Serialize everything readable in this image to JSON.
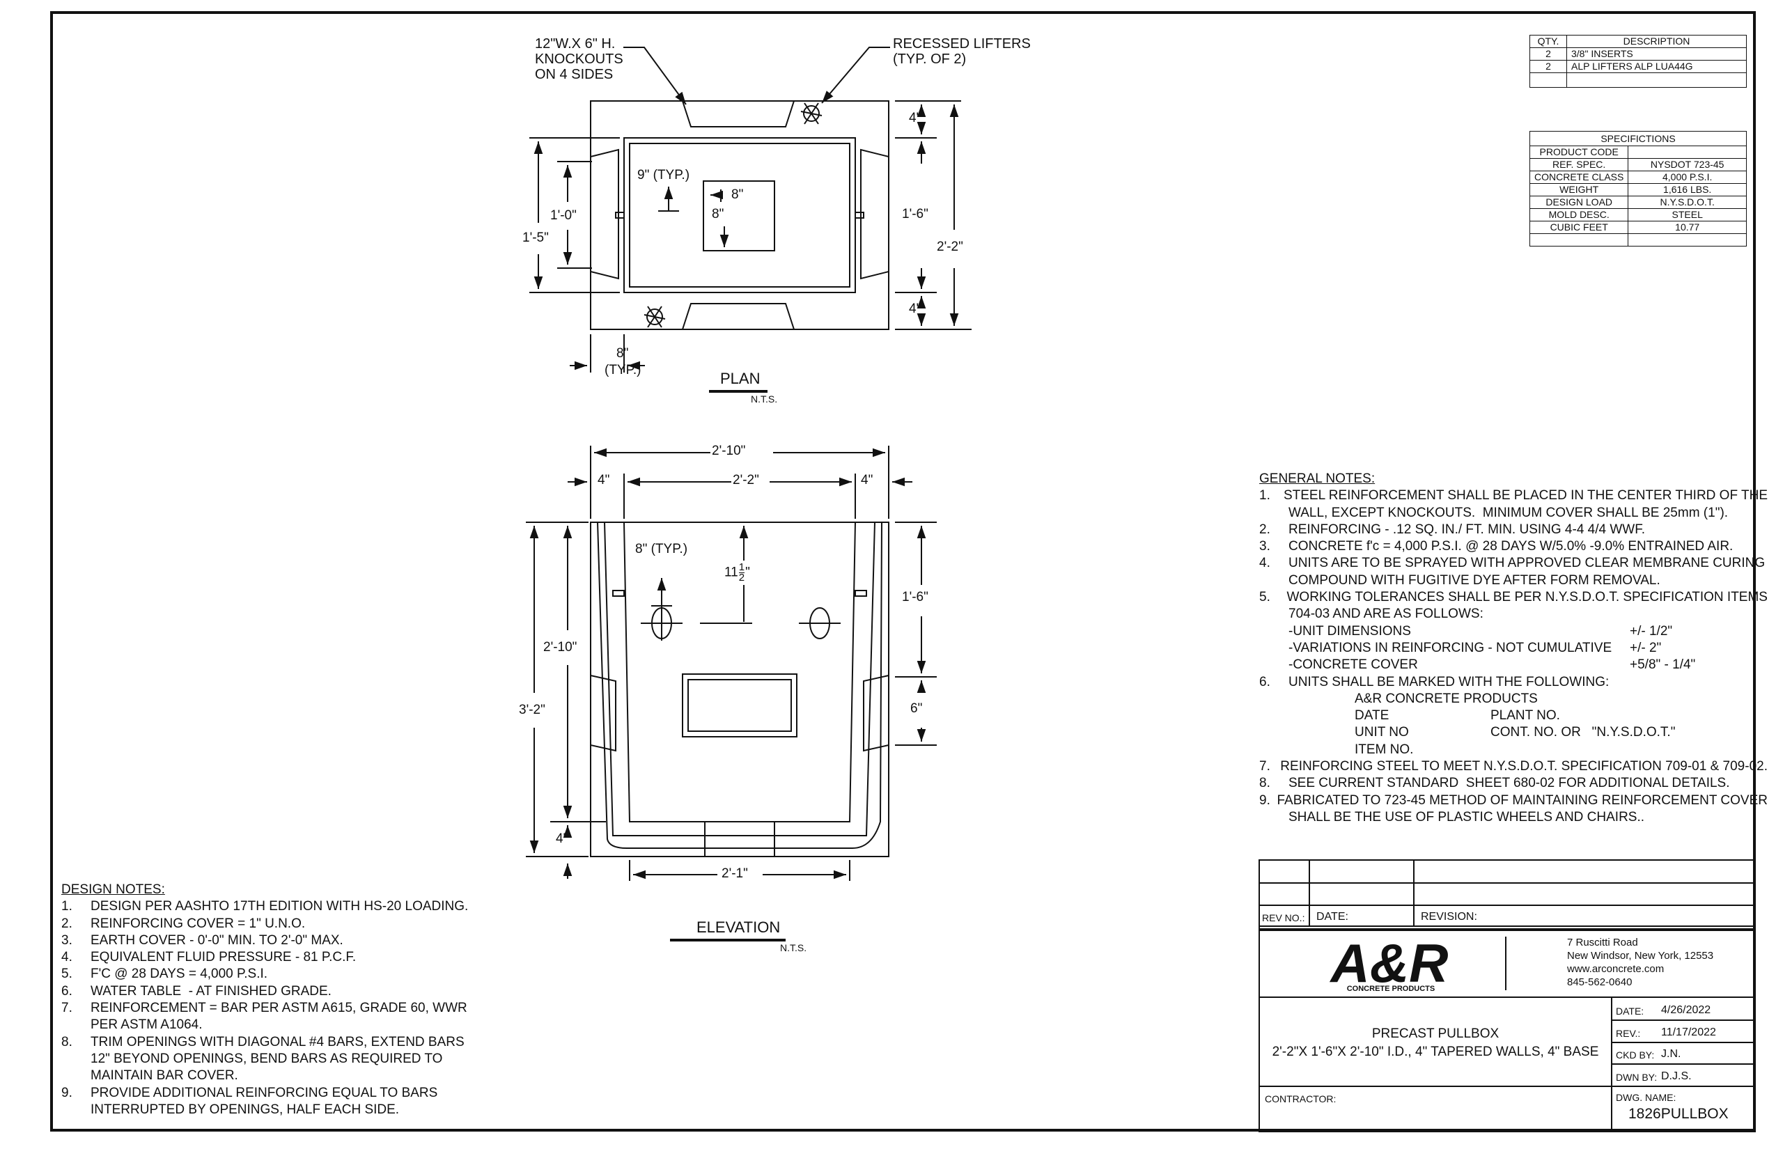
{
  "plan_view": {
    "title": "PLAN",
    "scale": "N.T.S.",
    "callouts": {
      "knockouts": "12\"W.X 6\" H.\nKNOCKOUTS\nON 4 SIDES",
      "lifters": "RECESSED LIFTERS\n(TYP. OF 2)"
    },
    "dims": {
      "top_wall": "4\"",
      "bottom_wall": "4\"",
      "inner_length": "1'-6\"",
      "outer_length": "2'-2\"",
      "inner_width": "1'-0\"",
      "outer_width": "1'-5\"",
      "typ9": "9\" (TYP.)",
      "open_w": "8\"",
      "open_h": "8\"",
      "typ8": "8\"",
      "typ8b": "(TYP.)"
    }
  },
  "elevation_view": {
    "title": "ELEVATION",
    "scale": "N.T.S.",
    "dims": {
      "overall_width": "2'-10\"",
      "left_wall": "4\"",
      "inner_width": "2'-2\"",
      "right_wall": "4\"",
      "typ8": "8\" (TYP.)",
      "depth_11": "11",
      "frac_num": "1",
      "frac_den": "2",
      "inch_mark": "\"",
      "right_upper": "1'-6\"",
      "right_lower": "6\"",
      "inner_height": "2'-10\"",
      "outer_height": "3'-2\"",
      "base": "4\"",
      "bottom_width": "2'-1\""
    }
  },
  "bill_table": {
    "headers": [
      "QTY.",
      "DESCRIPTION"
    ],
    "rows": [
      [
        "2",
        "3/8\" INSERTS"
      ],
      [
        "2",
        "ALP LIFTERS ALP LUA44G"
      ],
      [
        "",
        ""
      ]
    ]
  },
  "spec_table": {
    "title": "SPECIFICTIONS",
    "rows": [
      [
        "PRODUCT CODE",
        ""
      ],
      [
        "REF. SPEC.",
        "NYSDOT 723-45"
      ],
      [
        "CONCRETE CLASS",
        "4,000 P.S.I."
      ],
      [
        "WEIGHT",
        "1,616 LBS."
      ],
      [
        "DESIGN LOAD",
        "N.Y.S.D.O.T."
      ],
      [
        "MOLD DESC.",
        "STEEL"
      ],
      [
        "CUBIC FEET",
        "10.77"
      ],
      [
        "",
        ""
      ]
    ]
  },
  "general_notes": {
    "heading": "GENERAL NOTES:",
    "rows": [
      [
        "1.",
        "STEEL REINFORCEMENT SHALL BE PLACED IN THE CENTER THIRD OF THE"
      ],
      [
        "",
        "WALL, EXCEPT KNOCKOUTS.  MINIMUM COVER SHALL BE 25mm (1\")."
      ],
      [
        "2.",
        "REINFORCING - .12 SQ. IN./ FT. MIN. USING 4-4 4/4 WWF."
      ],
      [
        "3.",
        "CONCRETE f'c = 4,000 P.S.I. @ 28 DAYS W/5.0% -9.0% ENTRAINED AIR."
      ],
      [
        "4.",
        "UNITS ARE TO BE SPRAYED WITH APPROVED CLEAR MEMBRANE CURING"
      ],
      [
        "",
        "COMPOUND WITH FUGITIVE DYE AFTER FORM REMOVAL."
      ],
      [
        "5.",
        "WORKING TOLERANCES SHALL BE PER N.Y.S.D.O.T. SPECIFICATION ITEMS"
      ],
      [
        "",
        "704-03 AND ARE AS FOLLOWS:"
      ]
    ],
    "tolerances": [
      [
        "-UNIT DIMENSIONS",
        "+/- 1/2\""
      ],
      [
        "-VARIATIONS IN REINFORCING - NOT CUMULATIVE",
        "+/- 2\""
      ],
      [
        "-CONCRETE COVER",
        "+5/8\" - 1/4\""
      ]
    ],
    "rows2": [
      [
        "6.",
        "UNITS SHALL BE MARKED WITH THE FOLLOWING:"
      ]
    ],
    "marking": [
      [
        "A&R CONCRETE PRODUCTS",
        ""
      ],
      [
        "DATE",
        "PLANT NO."
      ],
      [
        "UNIT NO",
        "CONT. NO. OR   \"N.Y.S.D.O.T.\""
      ],
      [
        "ITEM NO.",
        ""
      ]
    ],
    "rows3": [
      [
        "7.",
        "REINFORCING STEEL TO MEET N.Y.S.D.O.T. SPECIFICATION 709-01 & 709-02."
      ],
      [
        "8.",
        "SEE CURRENT STANDARD  SHEET 680-02 FOR ADDITIONAL DETAILS."
      ],
      [
        "9.",
        "FABRICATED TO 723-45 METHOD OF MAINTAINING REINFORCEMENT COVER"
      ],
      [
        "",
        "SHALL BE THE USE OF PLASTIC WHEELS AND CHAIRS.."
      ]
    ]
  },
  "design_notes": {
    "heading": "DESIGN NOTES:",
    "rows": [
      [
        "1.",
        "DESIGN PER AASHTO 17TH EDITION WITH HS-20 LOADING."
      ],
      [
        "2.",
        "REINFORCING COVER = 1\" U.N.O."
      ],
      [
        "3.",
        "EARTH COVER - 0'-0\" MIN. TO 2'-0\" MAX."
      ],
      [
        "4.",
        "EQUIVALENT FLUID PRESSURE - 81 P.C.F."
      ],
      [
        "5.",
        "F'C @ 28 DAYS = 4,000 P.S.I."
      ],
      [
        "6.",
        "WATER TABLE  - AT FINISHED GRADE."
      ],
      [
        "7.",
        "REINFORCEMENT = BAR PER ASTM A615, GRADE 60, WWR"
      ],
      [
        "",
        "PER ASTM A1064."
      ],
      [
        "8.",
        "TRIM OPENINGS WITH DIAGONAL #4 BARS, EXTEND BARS"
      ],
      [
        "",
        "12\" BEYOND OPENINGS, BEND BARS AS REQUIRED TO"
      ],
      [
        "",
        "MAINTAIN BAR COVER."
      ],
      [
        "9.",
        "PROVIDE ADDITIONAL REINFORCING EQUAL TO BARS"
      ],
      [
        "",
        "INTERRUPTED BY OPENINGS, HALF EACH SIDE."
      ]
    ]
  },
  "title_block": {
    "rev_no_label": "REV NO.:",
    "date_label": "DATE:",
    "revision_label": "REVISION:",
    "logo_text": "A&R",
    "logo_sub": "CONCRETE PRODUCTS",
    "address": [
      "7 Ruscitti Road",
      "New Windsor, New York, 12553",
      "www.arconcrete.com",
      "845-562-0640"
    ],
    "drawing_title_1": "PRECAST PULLBOX",
    "drawing_title_2": "2'-2\"X 1'-6\"X 2'-10\" I.D., 4\" TAPERED WALLS, 4\" BASE",
    "contractor_label": "CONTRACTOR:",
    "date_field_label": "DATE:",
    "date_value": "4/26/2022",
    "rev_field_label": "REV.:",
    "rev_value": "11/17/2022",
    "ckd_label": "CKD BY:",
    "ckd_value": "J.N.",
    "dwn_label": "DWN BY:",
    "dwn_value": "D.J.S.",
    "dwg_name_label": "DWG. NAME:",
    "dwg_name_value": "1826PULLBOX"
  },
  "colors": {
    "ink": "#111111",
    "paper": "#ffffff"
  }
}
